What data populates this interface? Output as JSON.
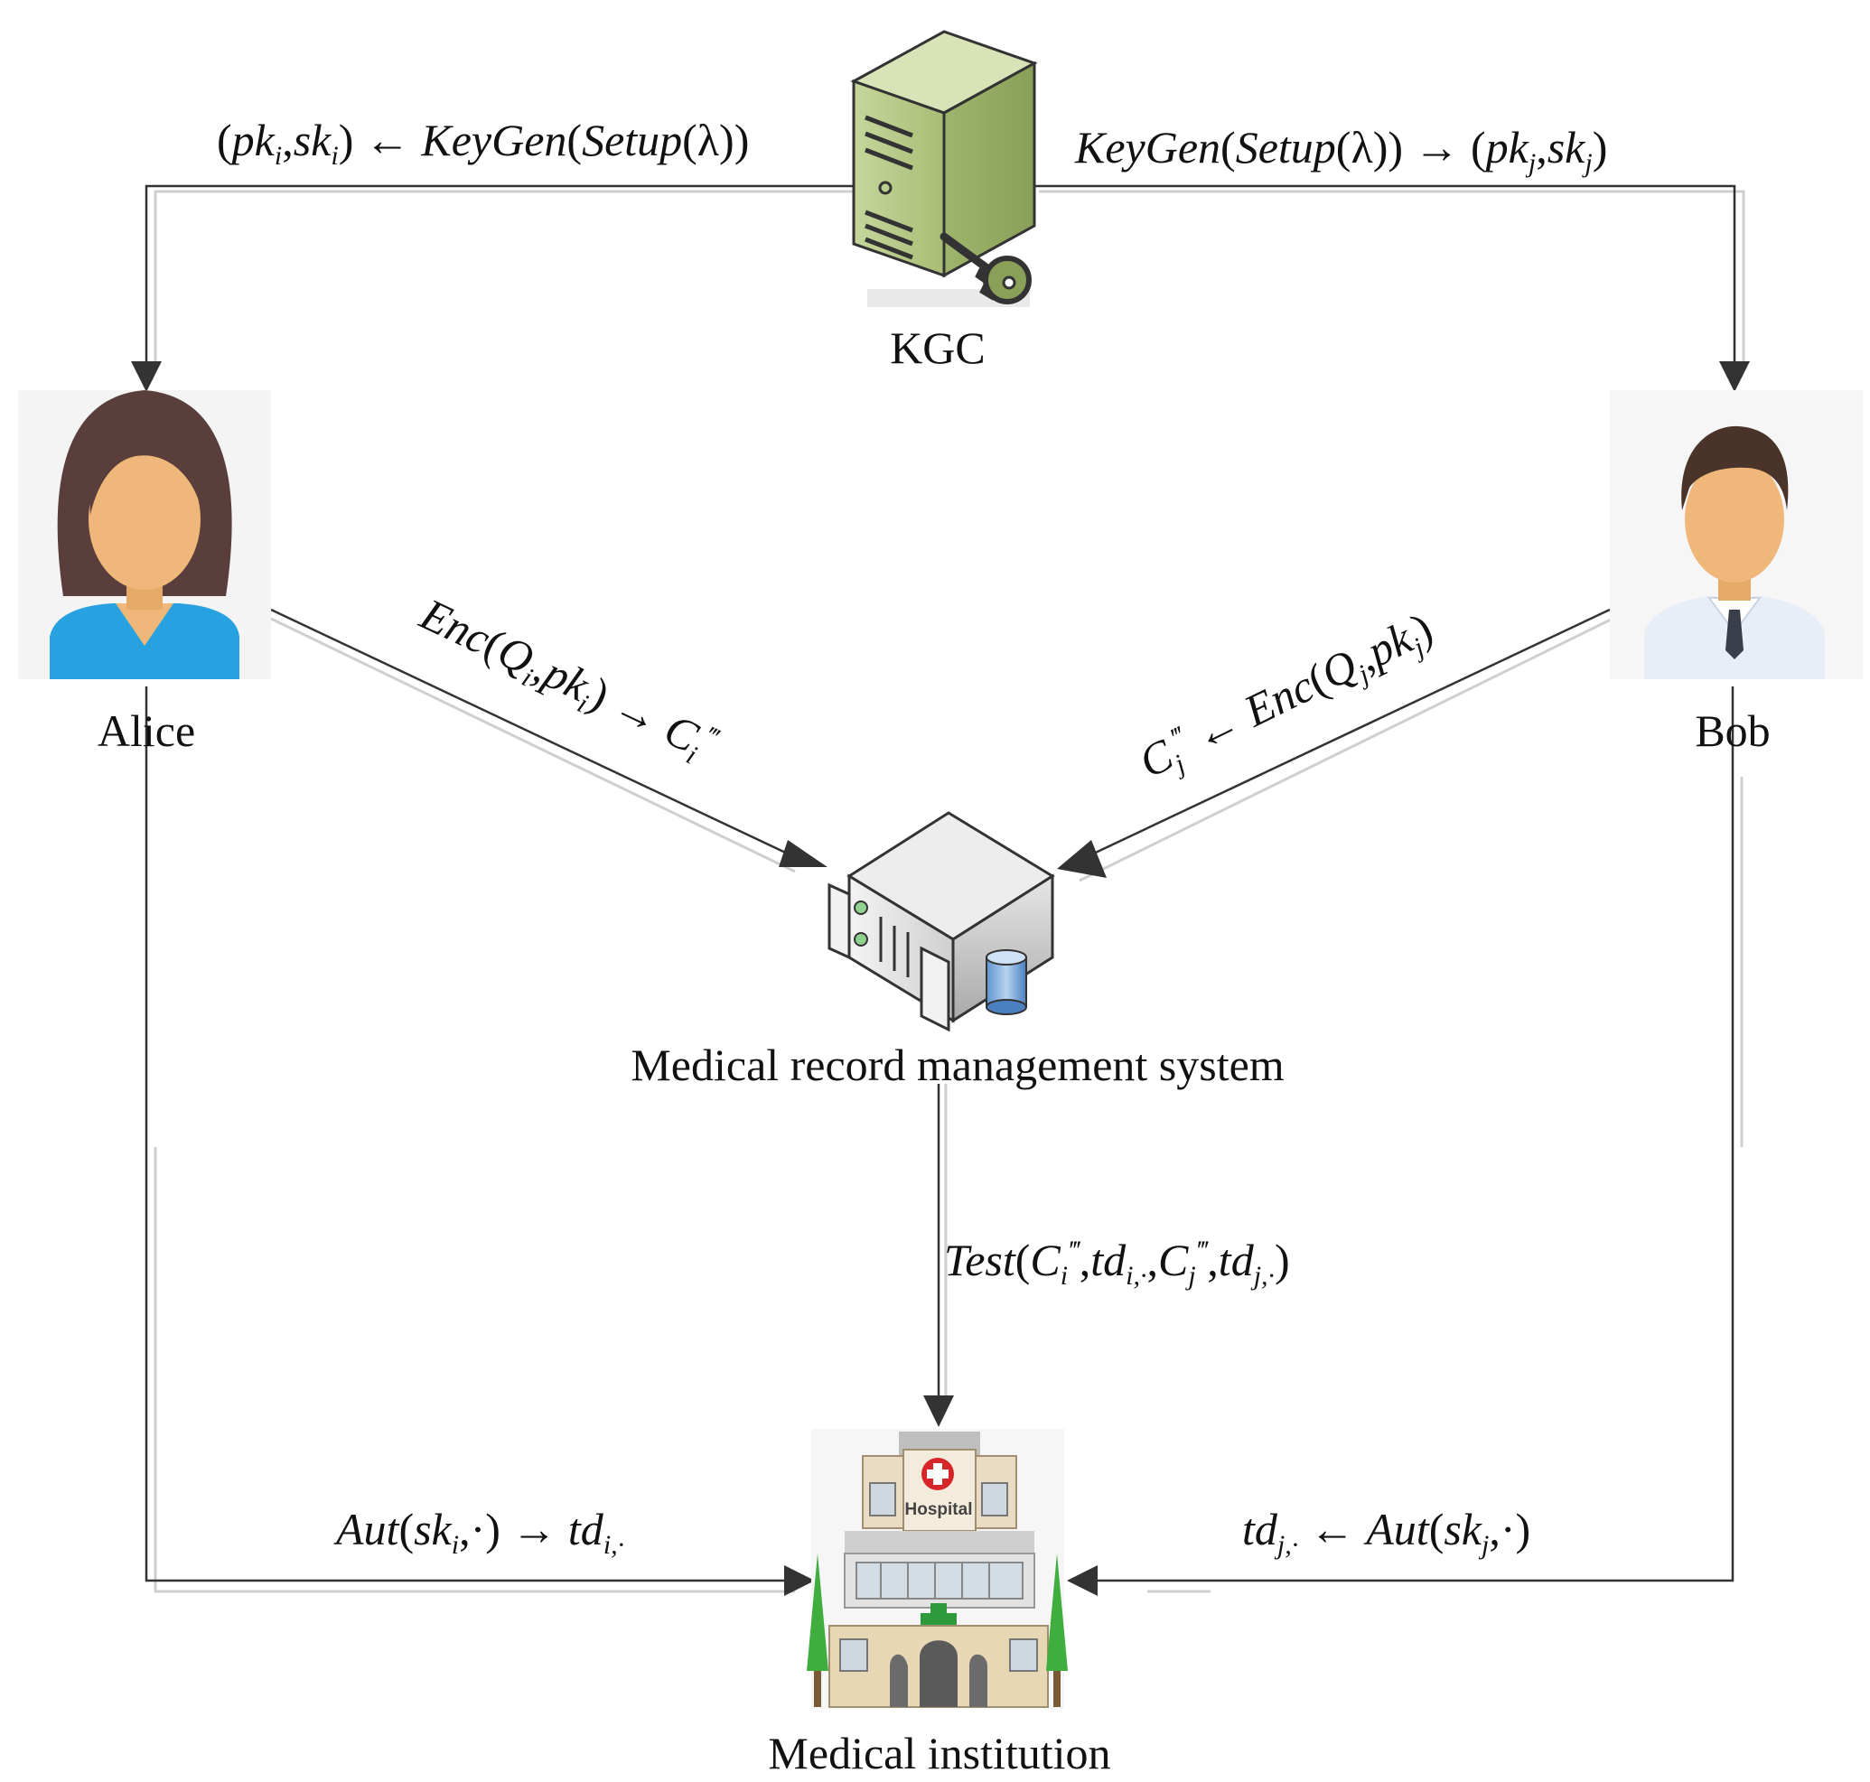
{
  "nodes": {
    "kgc": {
      "label": "KGC",
      "icon": "key-server-icon"
    },
    "alice": {
      "label": "Alice",
      "icon": "woman-avatar-icon"
    },
    "bob": {
      "label": "Bob",
      "icon": "man-avatar-icon"
    },
    "mrms": {
      "label": "Medical record management system",
      "icon": "database-server-icon"
    },
    "institution": {
      "label": "Medical institution",
      "icon": "hospital-building-icon"
    },
    "hospital_sign": "Hospital"
  },
  "edges": {
    "kgc_to_alice": {
      "parts": [
        "(",
        "pk",
        "i",
        ",",
        "sk",
        "i",
        ") ← ",
        "KeyGen",
        "(",
        "Setup",
        "(λ))"
      ]
    },
    "kgc_to_bob": {
      "parts": [
        "KeyGen",
        "(",
        "Setup",
        "(λ)) → (",
        "pk",
        "j",
        ",",
        "sk",
        "j",
        ")"
      ]
    },
    "alice_to_mrms": {
      "parts": [
        "Enc",
        "(",
        "Q",
        "i",
        ",",
        "pk",
        "i",
        ") → ",
        "C",
        "i",
        "‴"
      ]
    },
    "bob_to_mrms": {
      "parts": [
        "C",
        "j",
        "‴",
        " ← ",
        "Enc",
        "(",
        "Q",
        "j",
        ",",
        "pk",
        "j",
        ")"
      ]
    },
    "mrms_to_institution": {
      "parts": [
        "Test",
        "(",
        "C",
        "i",
        "‴",
        ",",
        "td",
        "i,·",
        ",",
        "C",
        "j",
        "‴",
        ",",
        "td",
        "j,·",
        ")"
      ]
    },
    "alice_to_institution": {
      "parts": [
        "Aut",
        "(",
        "sk",
        "i",
        ",·) → ",
        "td",
        "i,·"
      ]
    },
    "bob_to_institution": {
      "parts": [
        "td",
        "j,·",
        " ← ",
        "Aut",
        "(",
        "sk",
        "j",
        ",·)"
      ]
    }
  },
  "colors": {
    "server_green": "#b5c98a",
    "skin": "#efb87a",
    "hair_alice": "#5a3e3b",
    "hair_bob": "#4a3328",
    "shirt_alice": "#27a1e0",
    "hospital_red": "#d7262a",
    "hospital_green": "#2f9a3c"
  }
}
